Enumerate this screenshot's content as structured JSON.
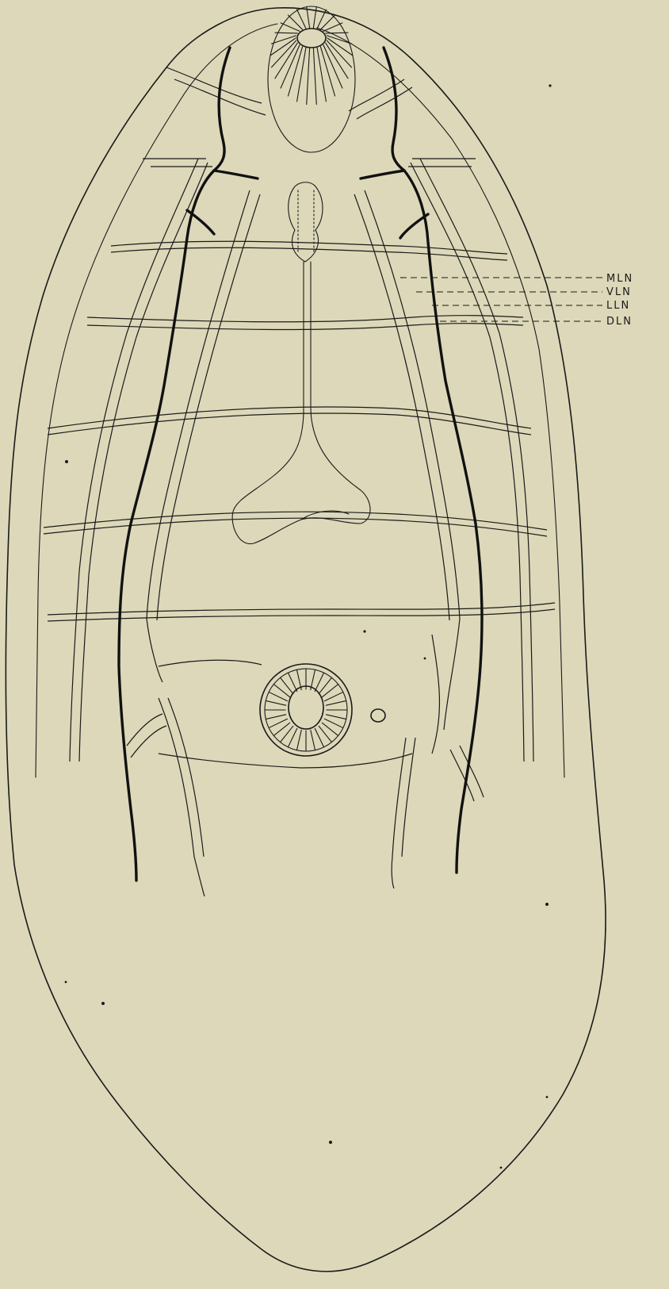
{
  "figure": {
    "background": "#dcd8b9",
    "ink": "#1a1a1a",
    "labels": [
      {
        "id": "mln",
        "text": "MLN"
      },
      {
        "id": "vln",
        "text": "VLN"
      },
      {
        "id": "lln",
        "text": "LLN"
      },
      {
        "id": "dln",
        "text": "DLN"
      }
    ]
  }
}
